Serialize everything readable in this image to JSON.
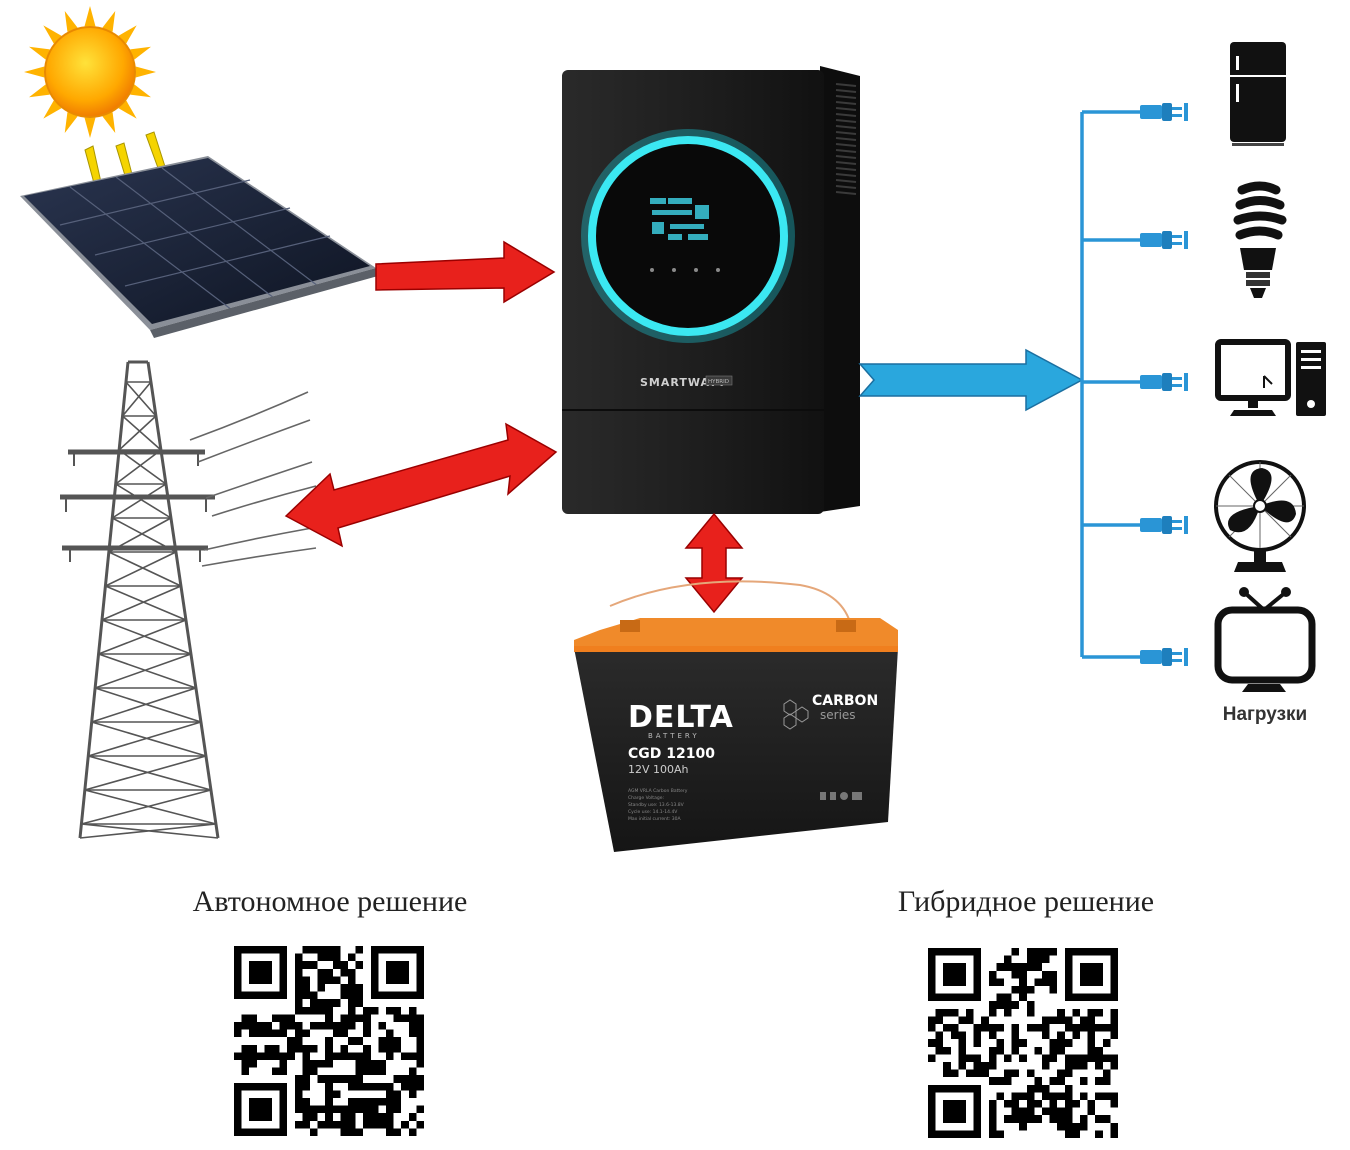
{
  "inverter": {
    "brand": "SMARTWATT",
    "badge": "HYBRID"
  },
  "battery": {
    "brand": "DELTA",
    "brand_sub": "BATTERY",
    "series_line1": "CARBON",
    "series_line2": "series",
    "model": "CGD 12100",
    "spec": "12V 100Ah",
    "fine_print": [
      "AGM VRLA Carbon Battery",
      "Charge Voltage:",
      "Standby use: 13.6-13.8V",
      "Cycle use: 14.1-14.4V",
      "Max initial current: 30A"
    ]
  },
  "loads_label": "Нагрузки",
  "captions": {
    "left": "Автономное решение",
    "right": "Гибридное решение"
  },
  "qr_codes": [
    {
      "id": "autonomous",
      "seed": 7
    },
    {
      "id": "hybrid",
      "seed": 13
    }
  ],
  "colors": {
    "arrow_red": "#e8211c",
    "arrow_blue": "#2aa7dd",
    "wire_blue": "#2a95d6",
    "ring_cyan": "#2ee6f0",
    "battery_orange": "#f07f1e",
    "inverter_body": "#1e1e1e"
  }
}
